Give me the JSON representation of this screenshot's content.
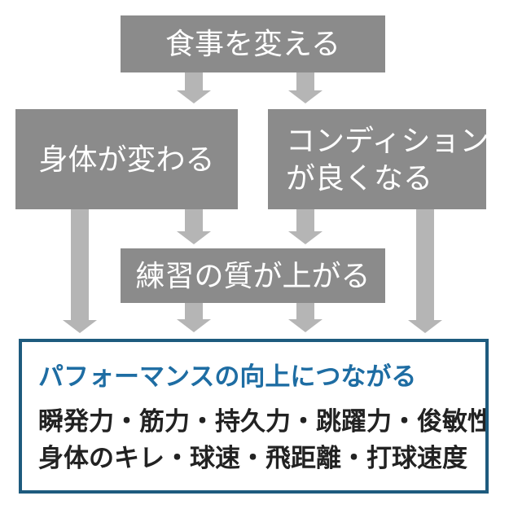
{
  "diagram": {
    "boxes": {
      "diet": {
        "label": "食事を変える"
      },
      "body": {
        "label": "身体が変わる"
      },
      "condition": {
        "line1": "コンディション",
        "line2": "が良くなる"
      },
      "practice": {
        "label": "練習の質が上がる"
      },
      "performance": {
        "title": "パフォーマンスの向上につながる",
        "detail_line1": "瞬発力・筋力・持久力・跳躍力・俊敏性",
        "detail_line2": "身体のキレ・球速・飛距離・打球速度"
      }
    },
    "colors": {
      "box_gray": "#8b8b8b",
      "arrow_gray": "#b5b5b5",
      "box_text_white": "#ffffff",
      "result_border_blue": "#1e5b7e",
      "result_title_blue": "#1e6da3",
      "detail_text_dark": "#222222"
    }
  }
}
